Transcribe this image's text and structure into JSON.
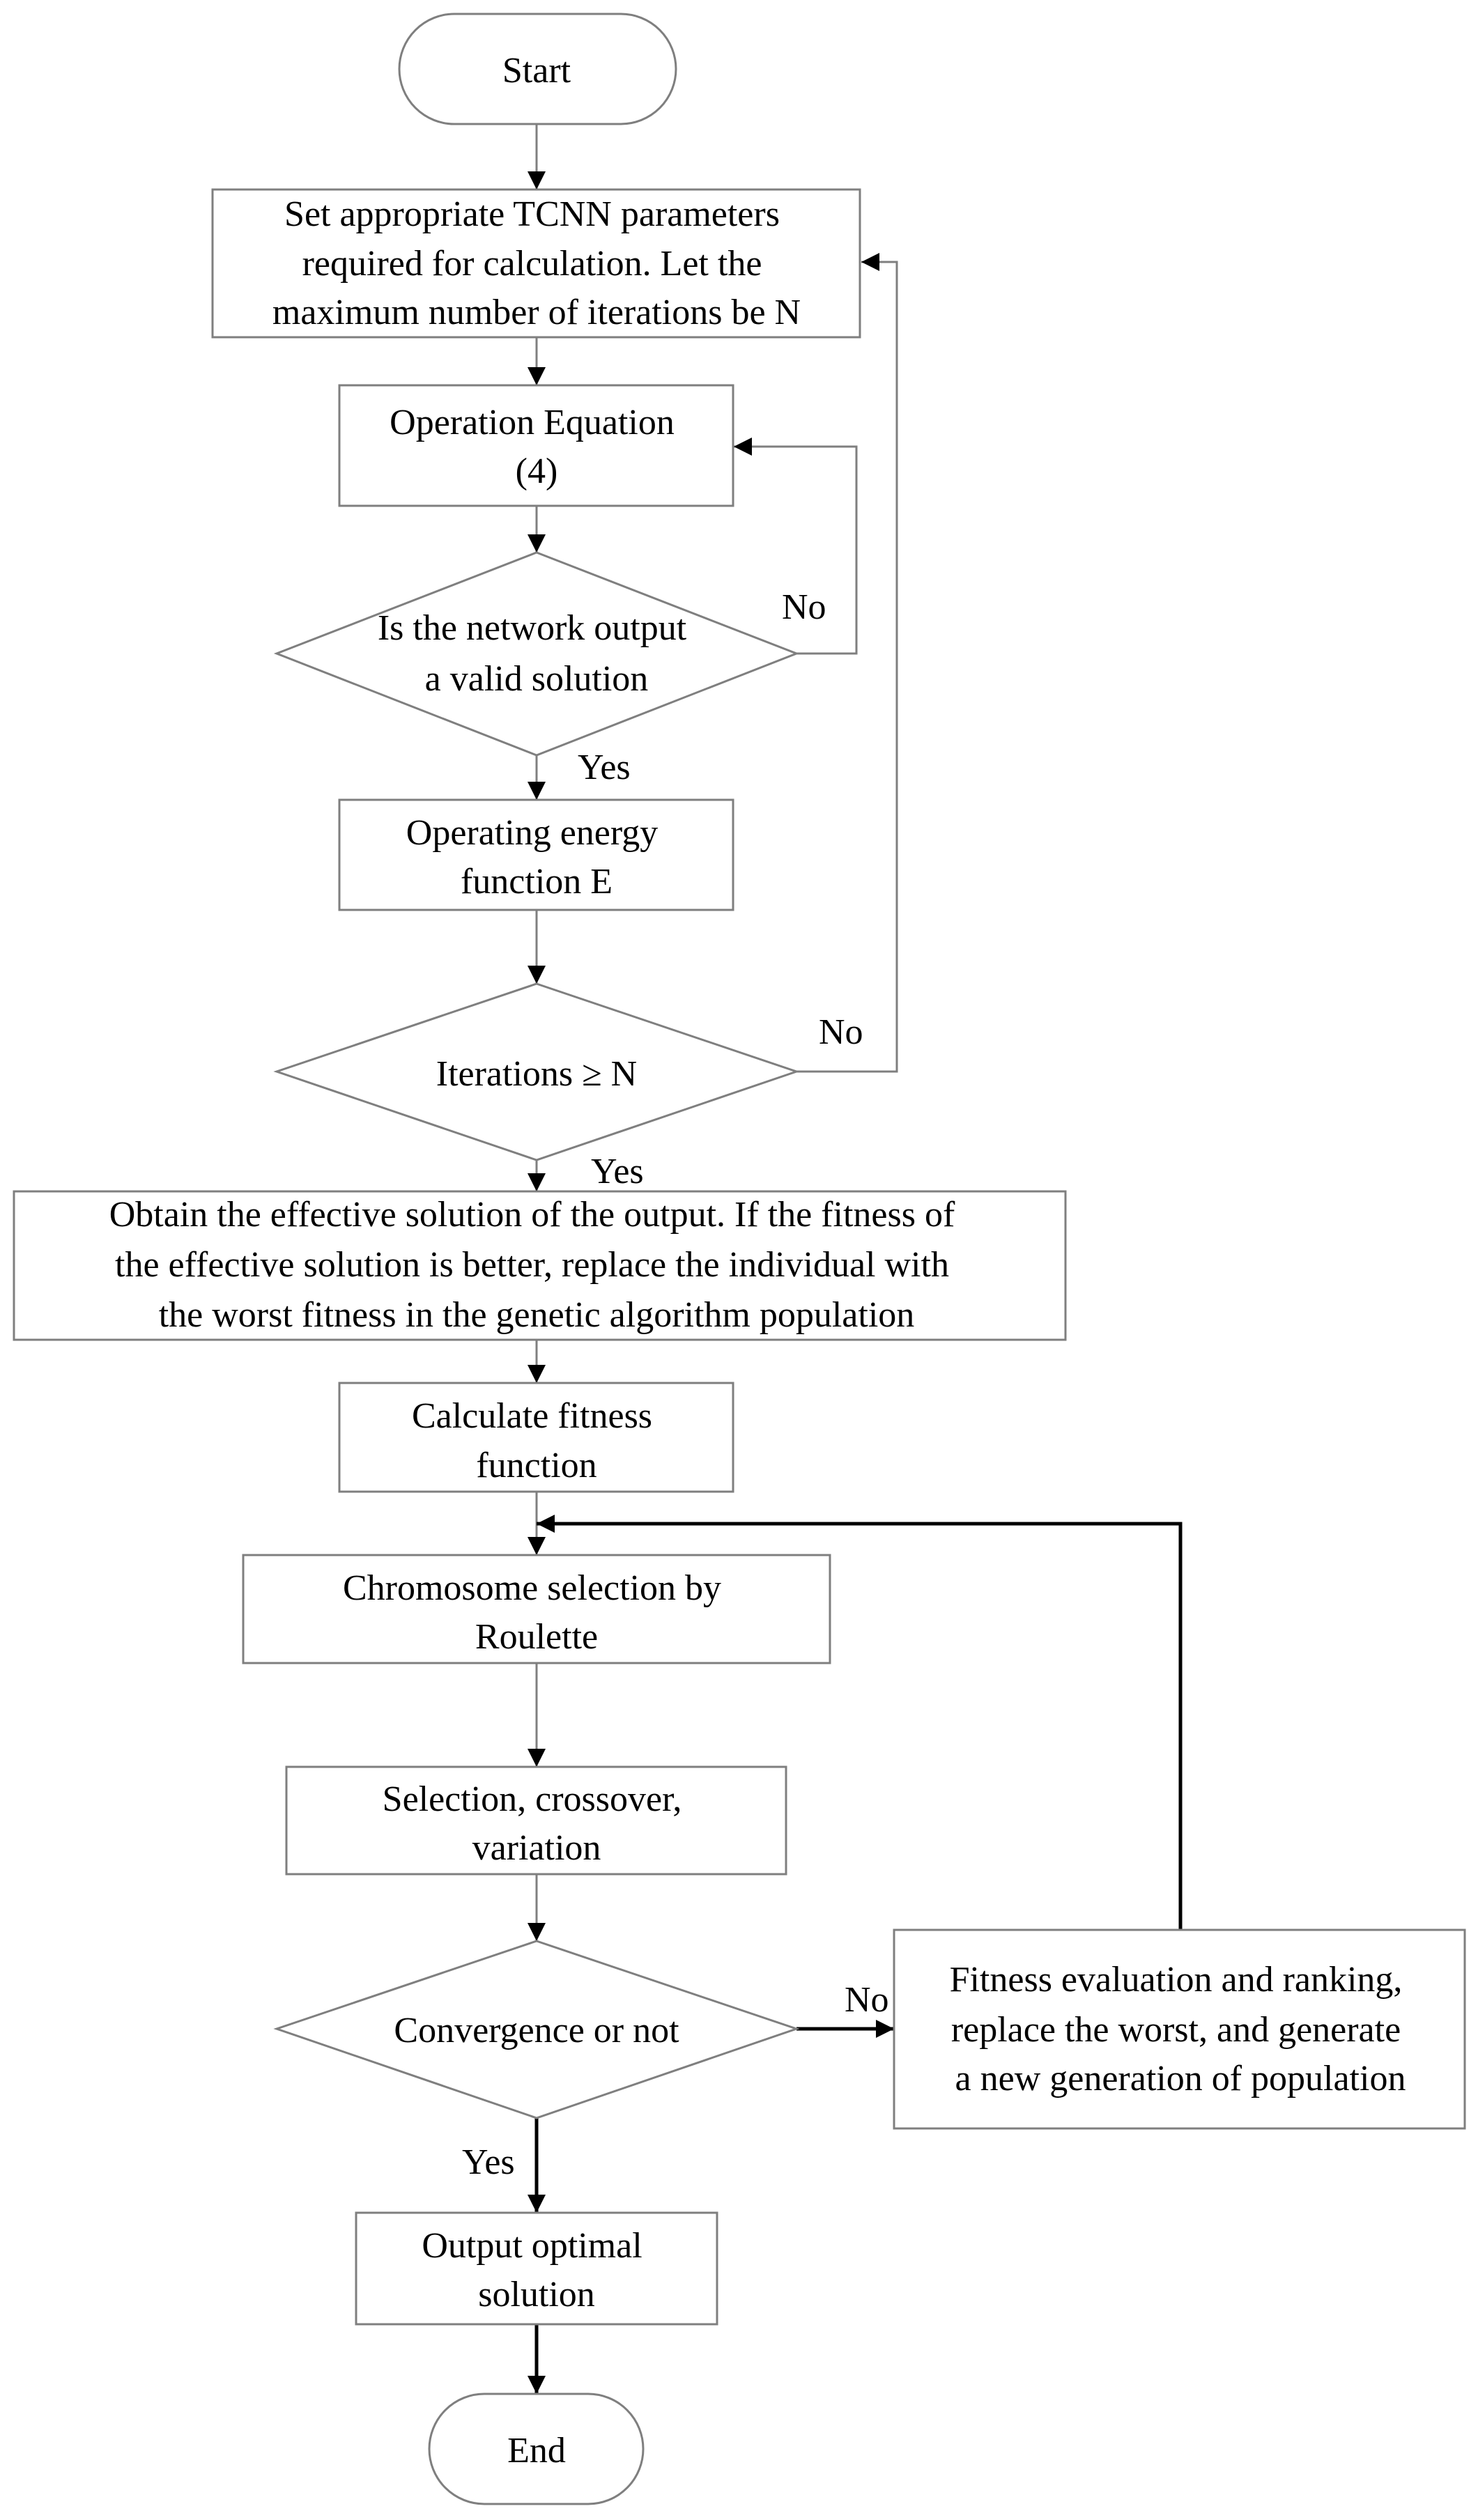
{
  "diagram": {
    "colors": {
      "line": "#7f7f7f",
      "bold_line": "#000000",
      "text": "#000000",
      "background": "#ffffff"
    },
    "nodes": {
      "start": {
        "lines": [
          "Start"
        ]
      },
      "set_params": {
        "lines": [
          "Set appropriate TCNN parameters",
          "required for calculation. Let the",
          "maximum number of iterations be N"
        ]
      },
      "operation_equation": {
        "lines": [
          "Operation Equation",
          "(4)"
        ]
      },
      "valid_solution": {
        "lines": [
          "Is the network output",
          "a valid solution"
        ]
      },
      "energy_function": {
        "lines": [
          "Operating energy",
          "function E"
        ]
      },
      "iterations_check": {
        "lines": [
          "Iterations ≥ N"
        ]
      },
      "effective_solution": {
        "lines": [
          "Obtain the effective solution of the output. If the fitness of",
          "the effective solution is better,  replace the individual with",
          "the worst fitness in the genetic algorithm population"
        ]
      },
      "calc_fitness": {
        "lines": [
          "Calculate fitness",
          "function"
        ]
      },
      "roulette": {
        "lines": [
          "Chromosome selection by",
          "Roulette"
        ]
      },
      "genetic_ops": {
        "lines": [
          "Selection, crossover,",
          "variation"
        ]
      },
      "convergence": {
        "lines": [
          "Convergence or not"
        ]
      },
      "fitness_eval": {
        "lines": [
          "Fitness  evaluation  and  ranking,",
          "replace  the  worst,  and  generate",
          "a new generation of population"
        ]
      },
      "output_optimal": {
        "lines": [
          "Output optimal",
          "solution"
        ]
      },
      "end": {
        "lines": [
          "End"
        ]
      }
    },
    "edge_labels": {
      "valid_no": "No",
      "valid_yes": "Yes",
      "iterations_no": "No",
      "iterations_yes": "Yes",
      "convergence_no": "No",
      "convergence_yes": "Yes"
    }
  }
}
